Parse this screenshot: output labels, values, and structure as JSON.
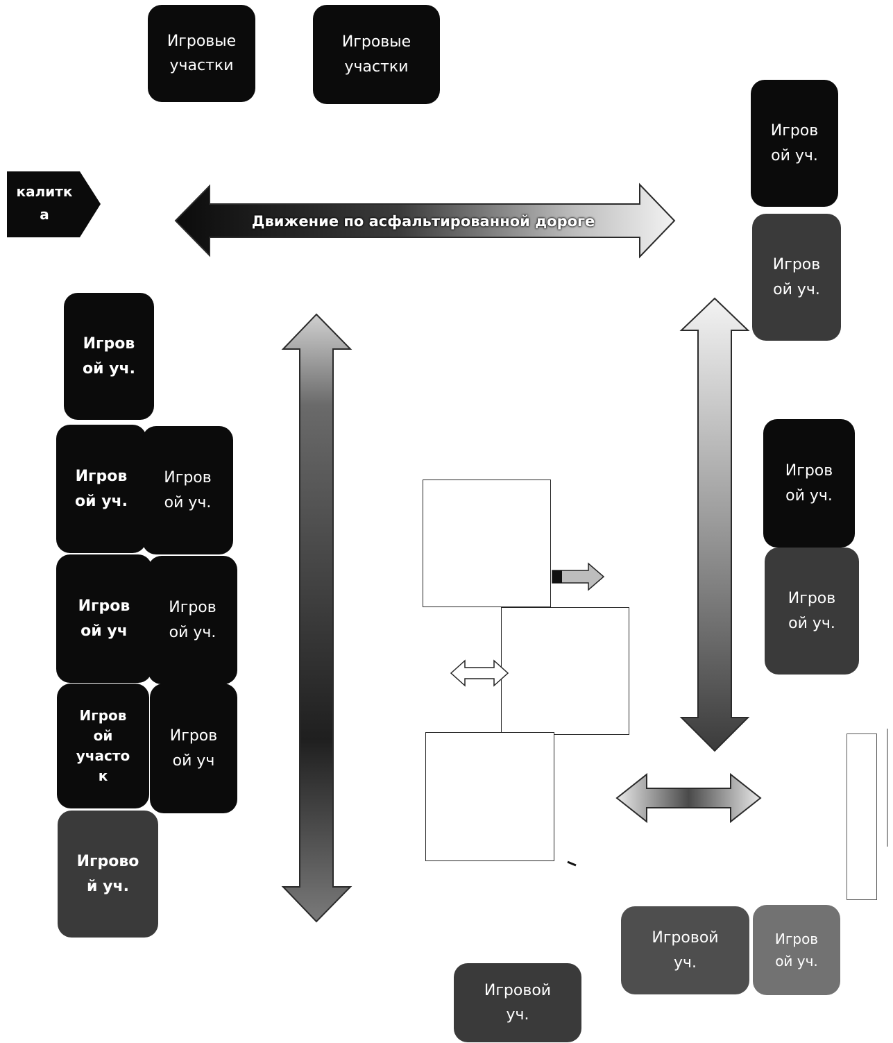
{
  "labels": {
    "play_areas": "Игровые\nучастки",
    "gate": "калитк\nа",
    "play_area_short": "Игров\nой уч.",
    "play_area_short_nodot": "Игров\nой уч",
    "play_area_long": "Игров\nой\nучасто\nк",
    "play_area_full": "Игрово\nй уч.",
    "play_area_word": "Игровой\nуч.",
    "road": "Движение по асфальтированной дороге"
  },
  "colors": {
    "box_dark": "#0b0b0b",
    "box_grey": "#3a3a3a",
    "arrow_fill": "#9c9c9c"
  }
}
